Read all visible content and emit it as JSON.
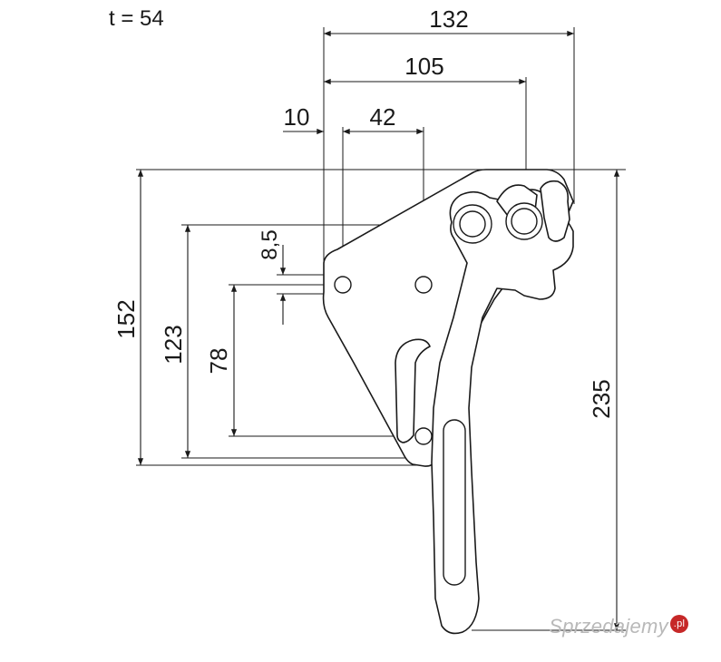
{
  "thickness_label": "t = 54",
  "dimensions": {
    "overall_width": "132",
    "hook_width": "105",
    "offset_left": "10",
    "hole_spacing": "42",
    "small_gap": "8,5",
    "plate_height": "152",
    "pivot_height": "123",
    "hole_vertical": "78",
    "total_height": "235"
  },
  "watermark": {
    "name": "Sprzedajemy",
    "suffix": ".pl"
  }
}
